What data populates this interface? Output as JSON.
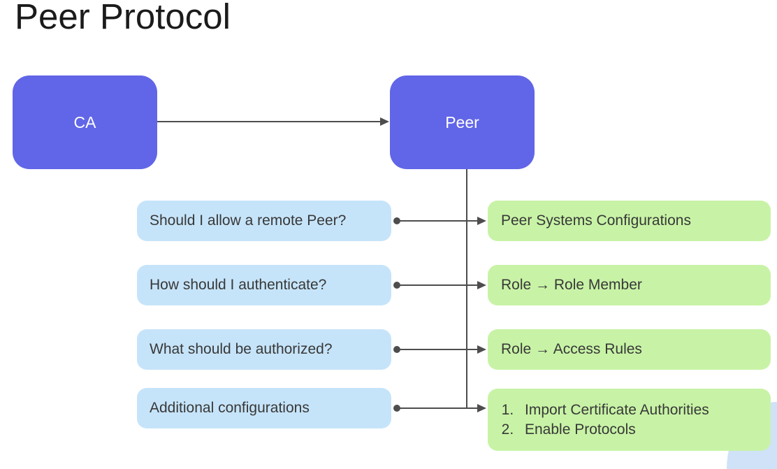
{
  "title": "Peer Protocol",
  "nodes": {
    "ca": "CA",
    "peer": "Peer"
  },
  "rows": [
    {
      "question": "Should I allow a remote Peer?",
      "answer": "Peer Systems Configurations"
    },
    {
      "question": "How should I authenticate?",
      "answer": "Role → Role Member"
    },
    {
      "question": "What should be authorized?",
      "answer": "Role → Access Rules"
    },
    {
      "question": "Additional configurations",
      "answer_list": [
        "Import Certificate Authorities",
        "Enable Protocols"
      ]
    }
  ],
  "colors": {
    "node_fill": "#6165e7",
    "node_text": "#ffffff",
    "question_fill": "#c6e4f9",
    "answer_fill": "#c8f3a6",
    "connector": "#4d4d4d",
    "corner_accent": "#cfe2f7",
    "text": "#383838",
    "title_text": "#1b1b1b"
  }
}
